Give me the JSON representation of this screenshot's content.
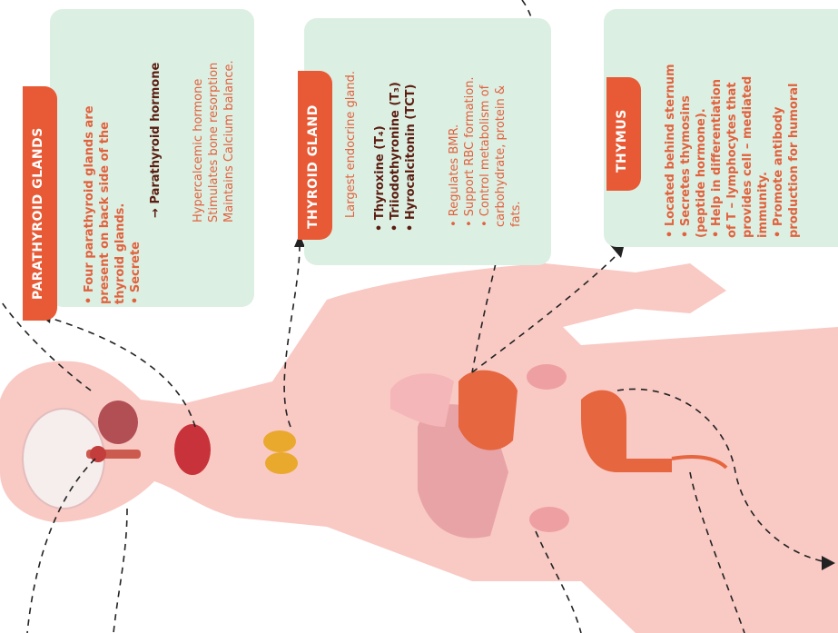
{
  "parathyroid": {
    "title": "PARATHYROID GLANDS",
    "lines": [
      "• Four parathyroid glands are",
      "present on back side of the",
      "thyroid glands.",
      "• Secrete"
    ],
    "hormone": "→ Parathyroid hormone",
    "hormone_effects": [
      "Hypercalcemic hormone",
      "Stimulates bone resorption",
      "Maintains Calcium balance."
    ]
  },
  "thyroid": {
    "title": "THYROID GLAND",
    "intro": "Largest endocrine gland.",
    "hormones": [
      "• Thyroxine (T₄)",
      "• Triiodothyronine (T₃)",
      "• Hyrocalcitonin (TCT)"
    ],
    "functions": [
      "• Regulates BMR.",
      "• Support RBC formation.",
      "• Control metabolism of",
      "carbohydrate, protein &",
      "fats."
    ]
  },
  "thymus": {
    "title": "THYMUS",
    "lines": [
      "• Located behind sternum",
      "• Secretes thymosins",
      "(peptide hormone).",
      "• Help in differentiation",
      "of T – lymphocytes that",
      "provides cell – mediated",
      "immunity.",
      "• Promote antibody",
      "production for humoral"
    ]
  },
  "colors": {
    "panel": "#dcefe3",
    "tag": "#e85a35",
    "text": "#e0623d",
    "body": "#f9c9c4",
    "organ": "#e5663f"
  }
}
